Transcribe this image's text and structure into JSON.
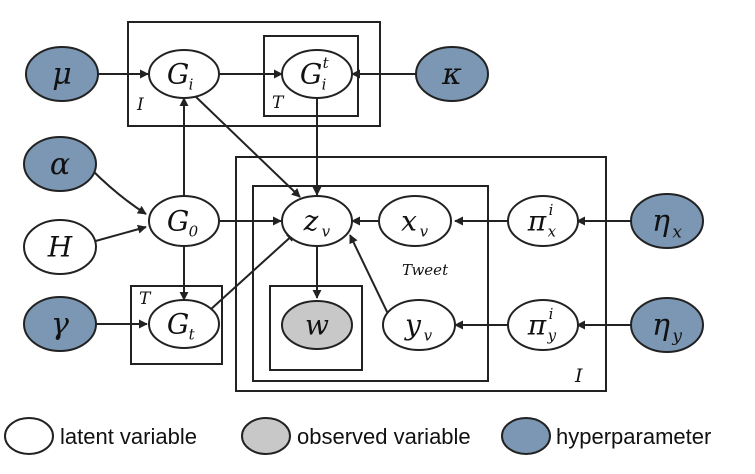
{
  "colors": {
    "latent_fill": "#ffffff",
    "observed_fill": "#c8c8c8",
    "hyper_fill": "#7b97b4",
    "stroke": "#222222"
  },
  "nodes": {
    "mu": {
      "symbol": "μ",
      "kind": "hyper"
    },
    "kappa": {
      "symbol": "κ",
      "kind": "hyper"
    },
    "alpha": {
      "symbol": "α",
      "kind": "hyper"
    },
    "gamma": {
      "symbol": "γ",
      "kind": "hyper"
    },
    "eta_x": {
      "symbol": "η",
      "sub": "x",
      "kind": "hyper"
    },
    "eta_y": {
      "symbol": "η",
      "sub": "y",
      "kind": "hyper"
    },
    "H": {
      "symbol": "H",
      "kind": "latent"
    },
    "Gi": {
      "symbol": "G",
      "sub": "i",
      "kind": "latent"
    },
    "Git": {
      "symbol": "G",
      "sub": "i",
      "sup": "t",
      "kind": "latent"
    },
    "G0": {
      "symbol": "G",
      "sub": "0",
      "kind": "latent"
    },
    "Gt": {
      "symbol": "G",
      "sub": "t",
      "kind": "latent"
    },
    "zv": {
      "symbol": "z",
      "sub": "v",
      "kind": "latent"
    },
    "xv": {
      "symbol": "x",
      "sub": "v",
      "kind": "latent"
    },
    "yv": {
      "symbol": "y",
      "sub": "v",
      "kind": "latent"
    },
    "pix": {
      "symbol": "π",
      "sub": "x",
      "sup": "i",
      "kind": "latent"
    },
    "piy": {
      "symbol": "π",
      "sub": "y",
      "sup": "i",
      "kind": "latent"
    },
    "w": {
      "symbol": "w",
      "kind": "observed"
    }
  },
  "plates": {
    "outer_top": "I",
    "inner_top": "T",
    "bottom_left": "T",
    "tweet": "Tweet",
    "outer_right": "I"
  },
  "legend": {
    "latent": "latent variable",
    "observed": "observed variable",
    "hyper": "hyperparameter"
  }
}
